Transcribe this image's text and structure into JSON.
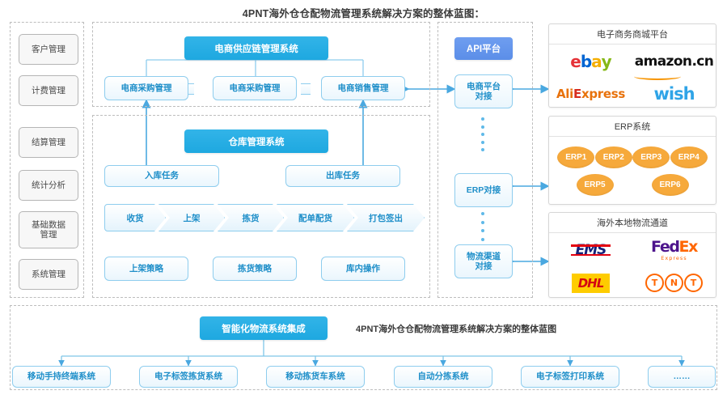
{
  "title": "4PNT海外仓仓配物流管理系统解决方案的整体蓝图：",
  "sidebar": {
    "items": [
      {
        "label": "客户管理"
      },
      {
        "label": "计费管理"
      },
      {
        "label": "结算管理"
      },
      {
        "label": "统计分析"
      },
      {
        "label": "基础数据\n管理"
      },
      {
        "label": "系统管理"
      }
    ]
  },
  "supply_chain": {
    "header": "电商供应链管理系统",
    "boxes": [
      {
        "label": "电商采购管理"
      },
      {
        "label": "电商采购管理"
      },
      {
        "label": "电商销售管理"
      }
    ]
  },
  "wms": {
    "header": "仓库管理系统",
    "tasks": [
      {
        "label": "入库任务"
      },
      {
        "label": "出库任务"
      }
    ],
    "process_steps": [
      {
        "label": "收货"
      },
      {
        "label": "上架"
      },
      {
        "label": "拣货"
      },
      {
        "label": "配单配货"
      },
      {
        "label": "打包签出"
      }
    ],
    "strategies": [
      {
        "label": "上架策略"
      },
      {
        "label": "拣货策略"
      },
      {
        "label": "库内操作"
      }
    ]
  },
  "integration": {
    "api_platform": "API平台",
    "connectors": [
      {
        "label": "电商平台\n对接"
      },
      {
        "label": "ERP对接"
      },
      {
        "label": "物流渠道\n对接"
      }
    ]
  },
  "external": {
    "ecommerce": {
      "title": "电子商务商城平台",
      "logos": [
        {
          "name": "ebay-logo",
          "text": "ebay"
        },
        {
          "name": "amazon-logo",
          "text": "amazon.cn"
        },
        {
          "name": "aliexpress-logo",
          "text": "AliExpress"
        },
        {
          "name": "wish-logo",
          "text": "wish"
        }
      ]
    },
    "erp": {
      "title": "ERP系统",
      "items": [
        {
          "label": "ERP1"
        },
        {
          "label": "ERP2"
        },
        {
          "label": "ERP3"
        },
        {
          "label": "ERP4"
        },
        {
          "label": "ERP5"
        },
        {
          "label": "ERP6"
        }
      ]
    },
    "logistics": {
      "title": "海外本地物流通道",
      "logos": [
        {
          "name": "ems-logo",
          "text": "EMS"
        },
        {
          "name": "fedex-logo",
          "text": "FedEx"
        },
        {
          "name": "dhl-logo",
          "text": "DHL"
        },
        {
          "name": "tnt-logo",
          "text": "TNT"
        }
      ]
    }
  },
  "bottom": {
    "header": "智能化物流系统集成",
    "note": "4PNT海外仓仓配物流管理系统解决方案的整体蓝图",
    "systems": [
      {
        "label": "移动手持终端系统"
      },
      {
        "label": "电子标签拣货系统"
      },
      {
        "label": "移动拣货车系统"
      },
      {
        "label": "自动分拣系统"
      },
      {
        "label": "电子标签打印系统"
      },
      {
        "label": "……"
      }
    ]
  },
  "colors": {
    "accent_blue": "#1ea8e0",
    "light_blue_border": "#8ecdee",
    "erp_orange": "#f6a93b",
    "arrow_blue": "#4aa8e0",
    "dashed_gray": "#bdbdbd"
  }
}
